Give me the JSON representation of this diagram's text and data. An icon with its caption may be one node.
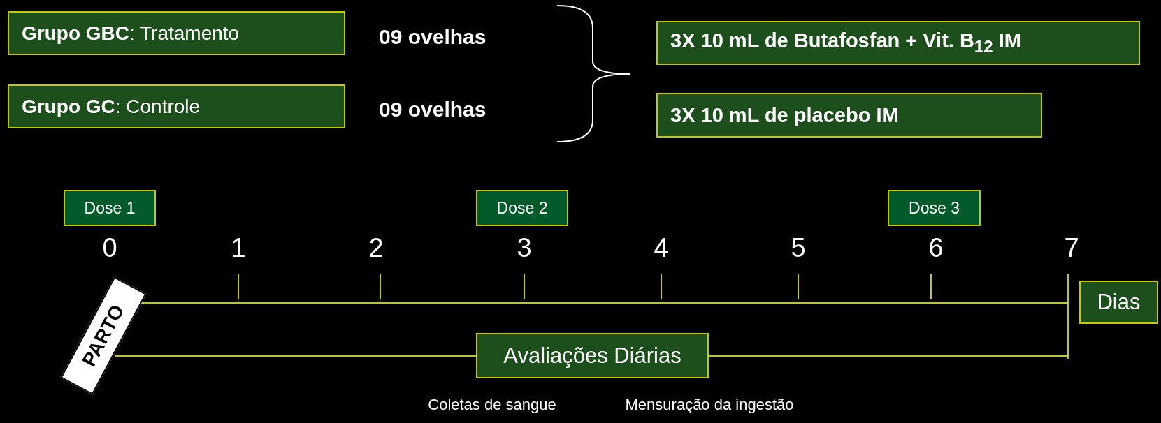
{
  "diagram": {
    "nodes": [
      {
        "text": [
          "**Grupo GBC**: Tratamento"
        ]
      },
      {
        "text": [
          "**Grupo GC**: Controle"
        ]
      },
      {
        "text": [
          "3X 10 mL de Butafosfan + Vit. B$_{12}$ IM"
        ]
      },
      {
        "text": [
          "3X 10 mL de placebo IM"
        ]
      },
      {
        "text": [
          "Dose 1"
        ]
      },
      {
        "text": [
          "Dose 2"
        ]
      },
      {
        "text": [
          "Dose 3"
        ]
      },
      {
        "text": [
          "PARTO"
        ]
      },
      {
        "text": [
          "Dias"
        ]
      },
      {
        "text": [
          "Avaliações Diárias"
        ]
      }
    ],
    "labels": [
      "09 ovelhas",
      "09 ovelhas",
      "0",
      "1",
      "2",
      "3",
      "4",
      "5",
      "6",
      "7",
      "Coletas de sangue",
      "Mensuração da ingestão"
    ]
  }
}
